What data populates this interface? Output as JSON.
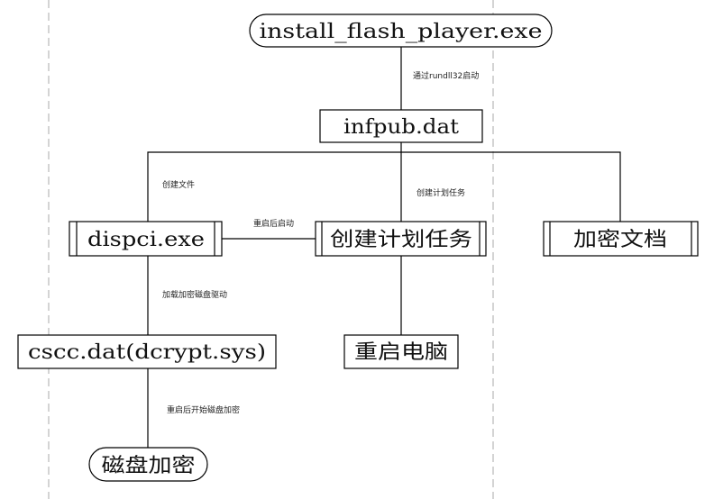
{
  "diagram": {
    "nodes": {
      "start": {
        "label": "install_flash_player.exe",
        "shape": "terminator"
      },
      "infpub": {
        "label": "infpub.dat",
        "shape": "process"
      },
      "dispci": {
        "label": "dispci.exe",
        "shape": "predefined-process"
      },
      "schedule_task": {
        "label": "创建计划任务",
        "shape": "predefined-process"
      },
      "encrypt_docs": {
        "label": "加密文档",
        "shape": "predefined-process"
      },
      "cscc": {
        "label": "cscc.dat(dcrypt.sys)",
        "shape": "process"
      },
      "reboot": {
        "label": "重启电脑",
        "shape": "process"
      },
      "disk_encrypt": {
        "label": "磁盘加密",
        "shape": "terminator"
      }
    },
    "edges": {
      "start_to_infpub": {
        "label": "通过rundll32启动"
      },
      "infpub_to_dispci": {
        "label": "创建文件"
      },
      "infpub_to_task": {
        "label": "创建计划任务"
      },
      "task_to_dispci": {
        "label": "重启后启动"
      },
      "dispci_to_cscc": {
        "label": "加载加密磁盘驱动"
      },
      "cscc_to_disk": {
        "label": "重启后开始磁盘加密"
      }
    },
    "colors": {
      "stroke": "#000000",
      "lane_divider": "#bdbdbd",
      "background": "#ffffff"
    }
  }
}
